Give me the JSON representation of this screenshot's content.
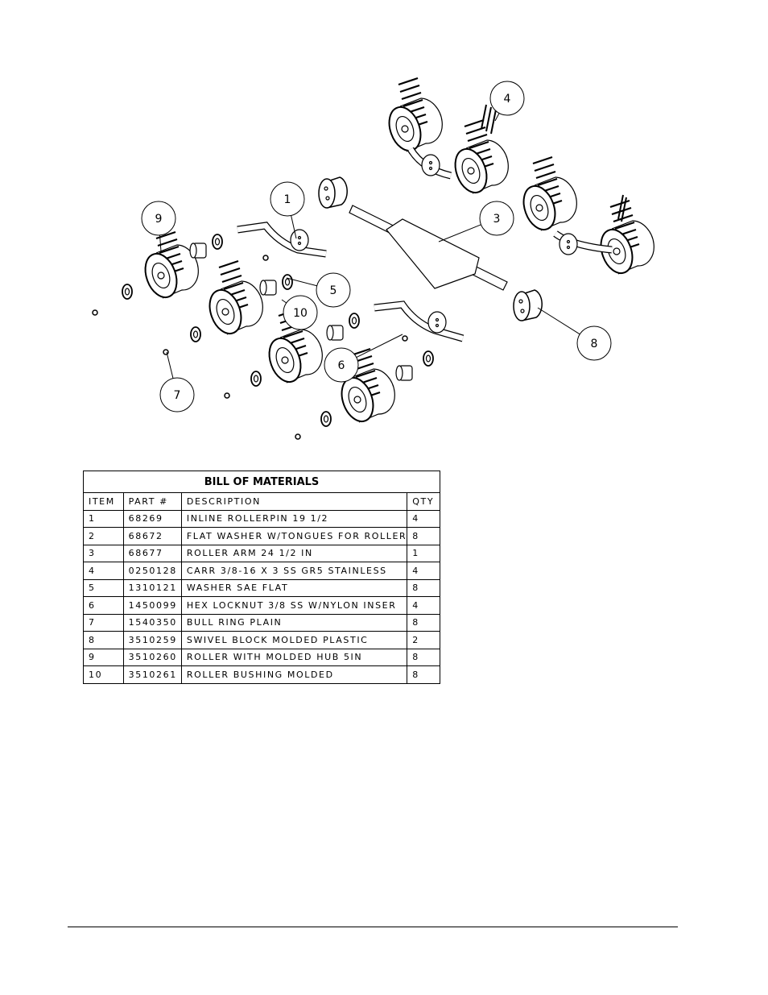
{
  "diagram": {
    "callouts": [
      "1",
      "3",
      "4",
      "5",
      "6",
      "7",
      "8",
      "9",
      "10"
    ]
  },
  "bom": {
    "title": "BILL OF MATERIALS",
    "headers": [
      "ITEM",
      "PART #",
      "DESCRIPTION",
      "QTY"
    ],
    "rows": [
      [
        "1",
        "68269",
        "INLINE ROLLERPIN 19 1/2",
        "4"
      ],
      [
        "2",
        "68672",
        "FLAT WASHER W/TONGUES FOR ROLLER",
        "8"
      ],
      [
        "3",
        "68677",
        "ROLLER ARM   24 1/2 IN",
        "1"
      ],
      [
        "4",
        "0250128",
        "CARR 3/8-16 X 3 SS GR5 STAINLESS",
        "4"
      ],
      [
        "5",
        "1310121",
        "WASHER SAE FLAT",
        "8"
      ],
      [
        "6",
        "1450099",
        "HEX LOCKNUT 3/8 SS W/NYLON INSER",
        "4"
      ],
      [
        "7",
        "1540350",
        "BULL RING PLAIN",
        "8"
      ],
      [
        "8",
        "3510259",
        "SWIVEL BLOCK MOLDED PLASTIC",
        "2"
      ],
      [
        "9",
        "3510260",
        "ROLLER WITH MOLDED HUB  5IN",
        "8"
      ],
      [
        "10",
        "3510261",
        "ROLLER BUSHING MOLDED",
        "8"
      ]
    ]
  }
}
